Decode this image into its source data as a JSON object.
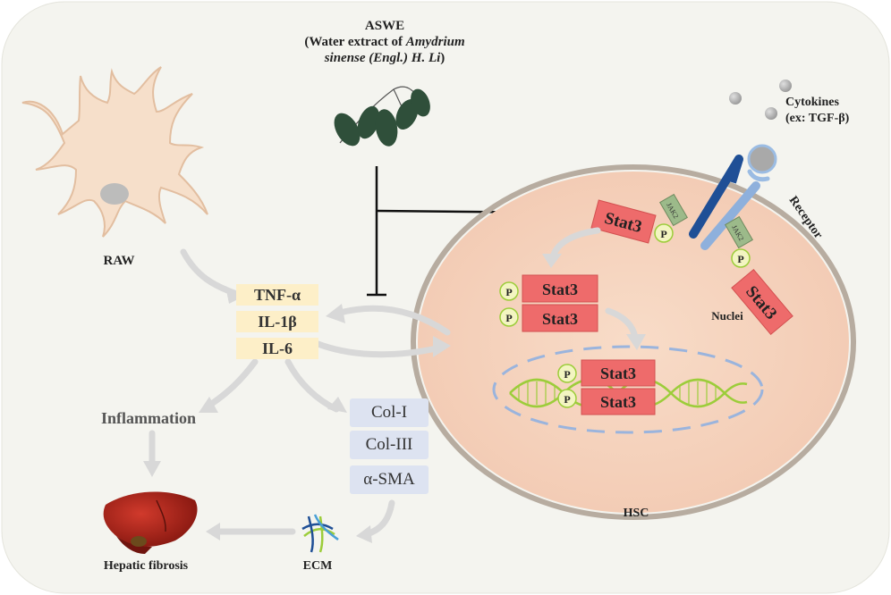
{
  "aswe": {
    "line1": "ASWE",
    "line2_pre": "(Water extract of ",
    "line2_italic": "Amydrium",
    "line3_italic": "sinense (Engl.) H. Li",
    "line3_post": ")"
  },
  "labels": {
    "raw": "RAW",
    "cytokines_line1": "Cytokines",
    "cytokines_line2": "(ex: TGF-β)",
    "receptor": "Receptor",
    "nuclei": "Nuclei",
    "hsc": "HSC",
    "inflammation": "Inflammation",
    "hepatic_fibrosis": "Hepatic fibrosis",
    "ecm": "ECM"
  },
  "cytokines_boxes": [
    "TNF-α",
    "IL-1β",
    "IL-6"
  ],
  "ecm_boxes": [
    "Col-I",
    "Col-III",
    "α-SMA"
  ],
  "stat": {
    "name": "Stat3",
    "phospho": "P",
    "jak": "JAK2"
  },
  "colors": {
    "background": "#f4f4ef",
    "cell": "#f6d8c4",
    "cell_border": "#b5a99a",
    "stat3": "#ee6b6b",
    "phospho": "#f3f5c1",
    "receptor_dark": "#1f4f96",
    "receptor_light": "#8eb0dc",
    "jak": "#9cba8a",
    "arrow": "#d6d6d6",
    "dna": "#9ccd3a"
  }
}
